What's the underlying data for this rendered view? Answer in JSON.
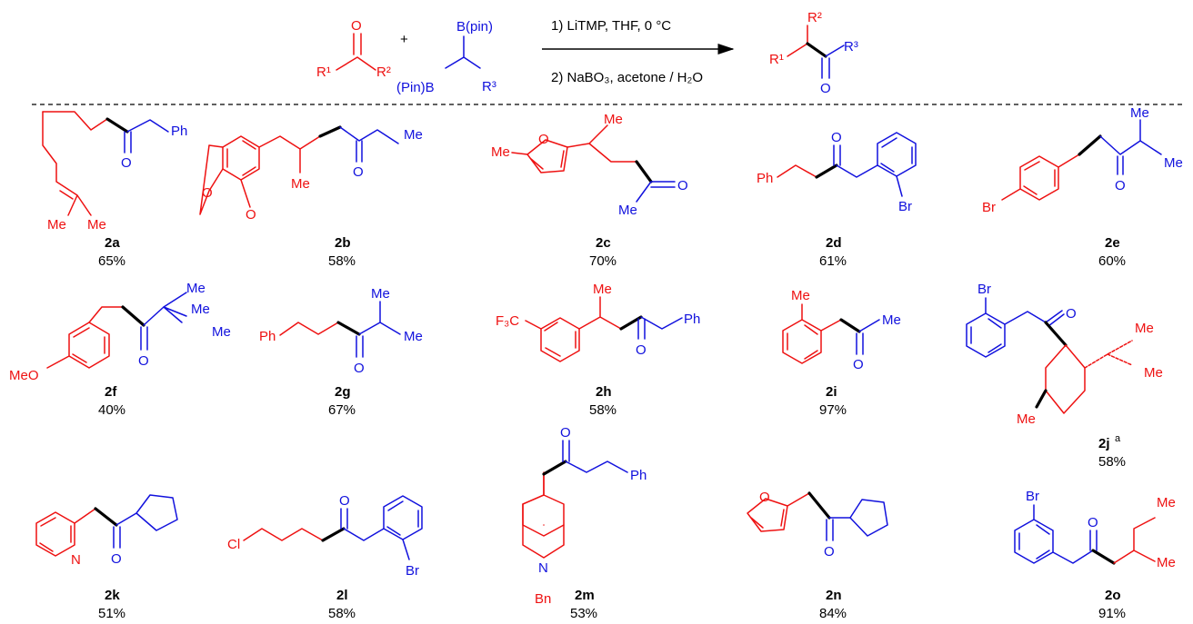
{
  "scheme": {
    "ketone_O": "O",
    "r1": "R¹",
    "r2": "R²",
    "plus": "+",
    "boronate_top": "B(pin)",
    "boronate_left": "(Pin)B",
    "r3": "R³",
    "step1": "1) LiTMP, THF, 0 °C",
    "step2": "2) NaBO₃, acetone / H₂O",
    "product_O": "O"
  },
  "atoms": {
    "O": "O",
    "N": "N",
    "Me": "Me",
    "Ph": "Ph",
    "Br": "Br",
    "Cl": "Cl",
    "Bn": "Bn",
    "MeO": "MeO",
    "F3C": "F₃C"
  },
  "colors": {
    "ketone_part": "#ee1111",
    "boron_part": "#1111dd",
    "new_bond": "#000000"
  },
  "compounds": [
    {
      "label": "2a",
      "yield": "65%"
    },
    {
      "label": "2b",
      "yield": "58%"
    },
    {
      "label": "2c",
      "yield": "70%"
    },
    {
      "label": "2d",
      "yield": "61%"
    },
    {
      "label": "2e",
      "yield": "60%"
    },
    {
      "label": "2f",
      "yield": "40%"
    },
    {
      "label": "2g",
      "yield": "67%"
    },
    {
      "label": "2h",
      "yield": "58%"
    },
    {
      "label": "2i",
      "yield": "97%"
    },
    {
      "label": "2j",
      "sup": "a",
      "yield": "58%"
    },
    {
      "label": "2k",
      "yield": "51%"
    },
    {
      "label": "2l",
      "yield": "58%"
    },
    {
      "label": "2m",
      "yield": "53%"
    },
    {
      "label": "2n",
      "yield": "84%"
    },
    {
      "label": "2o",
      "yield": "91%"
    }
  ]
}
